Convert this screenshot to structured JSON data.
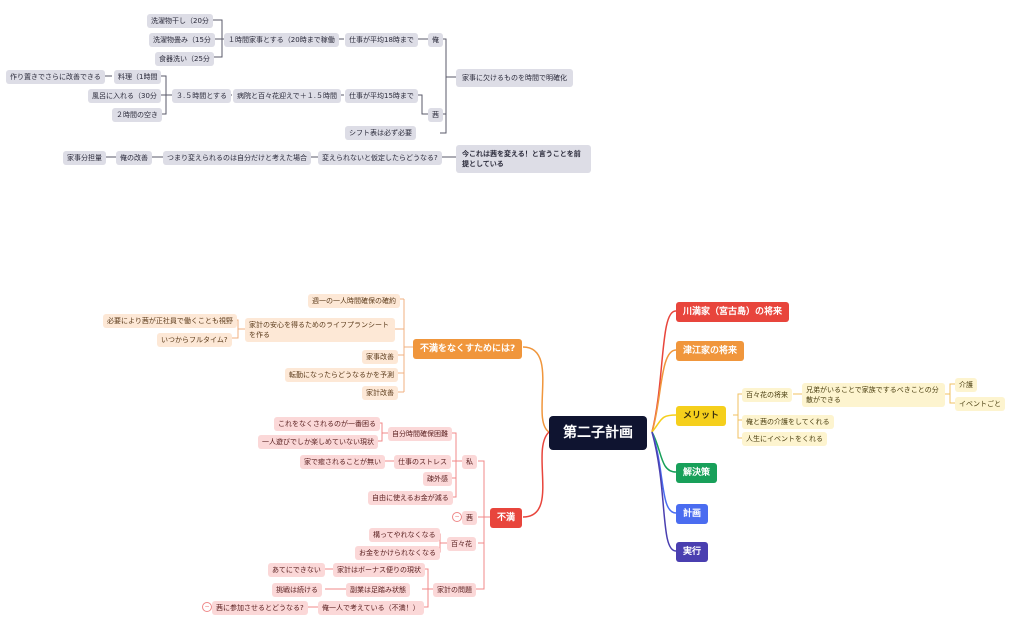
{
  "top_map": {
    "nodes": {
      "sentaku_hoshi": "洗濯物干し（20分",
      "sentaku_tatami": "洗濯物畳み（15分",
      "shokki": "食器洗い（25分",
      "one_hour": "１時間家事とする（20時まで稼働",
      "shigoto18": "仕事が平均18時まで",
      "ore": "俺",
      "tsukurioki": "作り置きでさらに改善できる",
      "ryori": "料理（1時間",
      "furo": "風呂に入れる（30分",
      "two_hour": "２時間の空き",
      "three_half": "３.５時間とする",
      "byoin": "病院と百々花迎えで＋１.５時間",
      "shigoto15": "仕事が平均15時まで",
      "akane": "茜",
      "shift": "シフト表は必ず必要",
      "kaji_kakeru": "家事に欠けるものを時間で明確化",
      "kaji_bunpo": "家事分担量",
      "ore_kaizen": "俺の改善",
      "tsumari": "つまり変えられるのは自分だけと考えた場合",
      "kaerarenai": "変えられないと仮定したらどうなる?",
      "ima_kore": "今これは茜を変える！と言うことを前提としている"
    }
  },
  "mind_map": {
    "root": "第二子計画",
    "branches": {
      "kawamitsu": "川満家（宮古島）の将来",
      "tsue": "津江家の将来",
      "merit": "メリット",
      "kaiketsu": "解決策",
      "keikaku": "計画",
      "jikko": "実行",
      "fuman": "不満",
      "fuman_nakusu": "不満をなくすためには?"
    },
    "merit_items": {
      "momoka_shorai": "百々花の将来",
      "kyodai": "兄弟がいることで家族でするべきことの分散ができる",
      "kaigo": "介護",
      "event_goto": "イベントごと",
      "ore_akane_kaigo": "俺と茜の介護をしてくれる",
      "jinsei_event": "人生にイベントをくれる"
    },
    "nakusu_items": {
      "shuichi": "週一の一人時間確保の確約",
      "kakei_anshin": "家計の安心を得るためのライフプランシートを作る",
      "hitsuyo": "必要により茜が正社員で働くことも視野",
      "itsukara": "いつからフルタイム?",
      "kaji_kaizen": "家事改善",
      "tenkin": "転勤になったらどうなるかを予測",
      "kakei_kaizen": "家計改善"
    },
    "fuman_items": {
      "watashi": "私",
      "jibun_jikan": "自分時間確保困難",
      "kore_nakusareru": "これをなくされるのが一番困る",
      "hitori_asobi": "一人遊びでしか楽しめていない現状",
      "shigoto_stress": "仕事のストレス",
      "ie_iyasare": "家で癒されることが無い",
      "sogai": "疎外感",
      "jiyu_okane": "自由に使えるお金が減る",
      "akane": "茜",
      "momoka": "百々花",
      "kamatte": "構ってやれなくなる",
      "okane_kake": "お金をかけられなくなる",
      "kakei_mondai": "家計の問題",
      "bonus": "家計はボーナス便りの現状",
      "ate": "あてにできない",
      "fukugyo": "副業は足踏み状態",
      "chosen": "挑戦は続ける",
      "ore_hitori": "俺一人で考えている（不満！）",
      "akane_sanka": "茜に参加させるとどうなる?"
    }
  },
  "colors": {
    "root": "#0f1430",
    "red": "#e8453c",
    "orange": "#f0963c",
    "yellow": "#f5cf1c",
    "green": "#18a05a",
    "blue": "#4a6cf0",
    "indigo": "#4a3fb0",
    "gray_line": "#4a4a5a"
  }
}
